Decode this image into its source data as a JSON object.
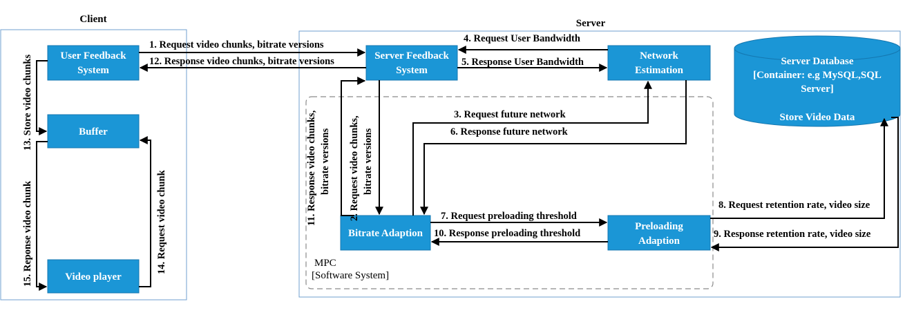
{
  "groups": {
    "client": "Client",
    "server": "Server",
    "mpc": "MPC",
    "mpc_type": "[Software System]"
  },
  "nodes": {
    "user_feedback": [
      "User Feedback",
      "System"
    ],
    "buffer": "Buffer",
    "video_player": "Video player",
    "server_feedback": [
      "Server Feedback",
      "System"
    ],
    "network_estimation": [
      "Network",
      "Estimation"
    ],
    "bitrate_adaption": "Bitrate Adaption",
    "preloading_adaption": [
      "Preloading",
      "Adaption"
    ],
    "server_database": [
      "Server Database",
      "[Container: e.g MySQL,SQL",
      "Server]",
      "Store Video Data"
    ]
  },
  "edges": {
    "e1": "1. Request video chunks, bitrate versions",
    "e2": [
      "2. Request video chunks,",
      "bitrate versions"
    ],
    "e3": "3. Request future network",
    "e4": "4. Request User Bandwidth",
    "e5": "5. Response User Bandwidth",
    "e6": "6. Response future network",
    "e7": "7. Request preloading threshold",
    "e8": "8. Request retention rate, video size",
    "e9": "9. Response retention rate, video size",
    "e10": "10. Response preloading threshold",
    "e11": [
      "11. Response video chunks,",
      "bitrate versions"
    ],
    "e12": "12. Response video chunks, bitrate versions",
    "e13": "13. Store video chunks",
    "e14": "14. Request video chunk",
    "e15": "15. Reponse video chunk"
  },
  "colors": {
    "box_fill": "#1b96d6",
    "box_text": "#ffffff",
    "frame": "#6f9fcf",
    "arrow": "#000000"
  }
}
